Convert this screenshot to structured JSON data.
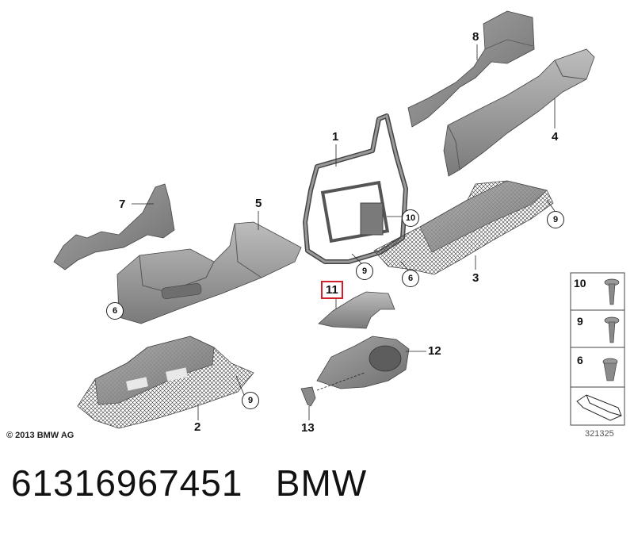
{
  "callouts": {
    "n1": "1",
    "n2": "2",
    "n3": "3",
    "n4": "4",
    "n5": "5",
    "n6a": "6",
    "n6b": "6",
    "n7": "7",
    "n8": "8",
    "n9a": "9",
    "n9b": "9",
    "n9c": "9",
    "n10": "10",
    "n11": "11",
    "n12": "12",
    "n13": "13"
  },
  "legend": {
    "items": [
      "10",
      "9",
      "6"
    ]
  },
  "copyright": "© 2013 BMW AG",
  "ref_number": "321325",
  "caption": {
    "part_number": "61316967451",
    "brand": "BMW"
  },
  "colors": {
    "part_fill": "#8c8c8c",
    "part_dark": "#5d5d5d",
    "part_light": "#b8b8b8",
    "highlight": "#d0202a"
  }
}
